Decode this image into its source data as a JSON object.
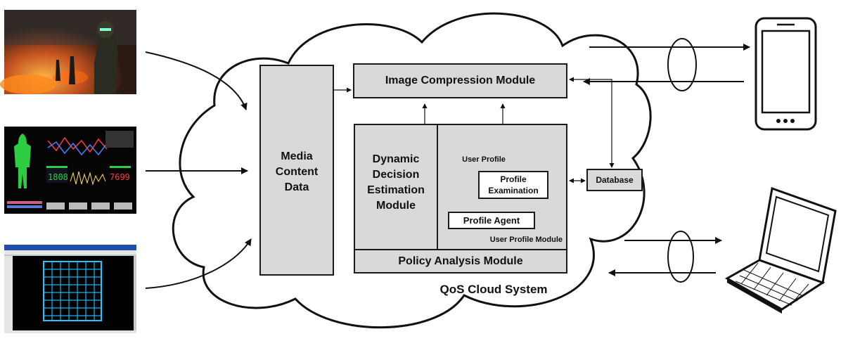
{
  "modules": {
    "image_compression": "Image Compression Module",
    "media_content": "Media Content Data",
    "dynamic_decision": "Dynamic Decision Estimation Module",
    "user_profile_db": "User Profile",
    "profile_examination": "Profile Examination",
    "profile_agent": "Profile Agent",
    "user_profile_module": "User Profile Module",
    "policy_analysis": "Policy Analysis Module",
    "database": "Database"
  },
  "cloud_label": "QoS Cloud System",
  "sources": [
    {
      "name": "battlefield-image"
    },
    {
      "name": "medical-monitor-image"
    },
    {
      "name": "circuit-layout-image"
    }
  ],
  "devices": [
    {
      "name": "smartphone"
    },
    {
      "name": "laptop"
    }
  ],
  "colors": {
    "module_fill": "#d9d9d9",
    "stroke": "#1a1a1a",
    "circuit_blue": "#1ec8ff"
  }
}
